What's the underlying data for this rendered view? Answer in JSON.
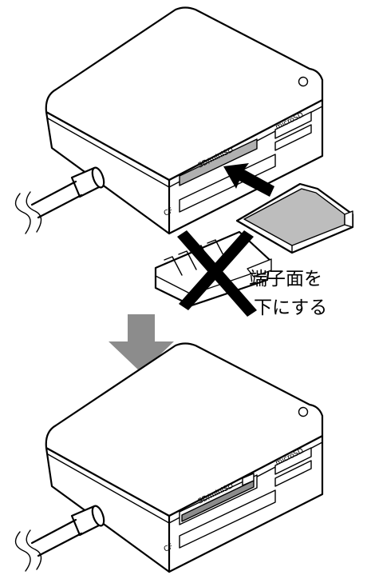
{
  "top_reader": {
    "label_sd_minisd": "SD/miniSD",
    "label_microsd": "microSD",
    "label_cf": "CF"
  },
  "bottom_reader": {
    "label_sd_minisd": "SD/miniSD",
    "label_microsd": "microSD",
    "label_cf": "CF"
  },
  "instruction": {
    "line1": "端子面を",
    "line2": "下にする"
  },
  "colors": {
    "line": "#000000",
    "card_gray": "#bdbdbd",
    "arrow_gray": "#8c8c8c",
    "slot_gray": "#b0b0b0",
    "background": "#ffffff"
  },
  "icons": {
    "wrong_mark": "cross-icon",
    "transition": "arrow-down-icon",
    "insert_direction": "arrow-insert-icon"
  }
}
